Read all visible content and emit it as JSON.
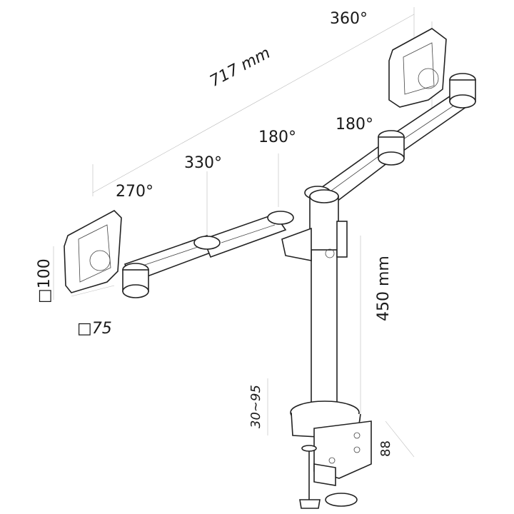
{
  "angles": {
    "top_screen": "360°",
    "right_elbow": "180°",
    "center": "180°",
    "left_elbow": "330°",
    "left_screen": "270°"
  },
  "dimensions": {
    "arm_span": "717 mm",
    "pole_height": "450 mm",
    "vesa_large": "□100",
    "vesa_small": "□75",
    "clamp_range": "30~95",
    "clamp_depth": "88"
  }
}
